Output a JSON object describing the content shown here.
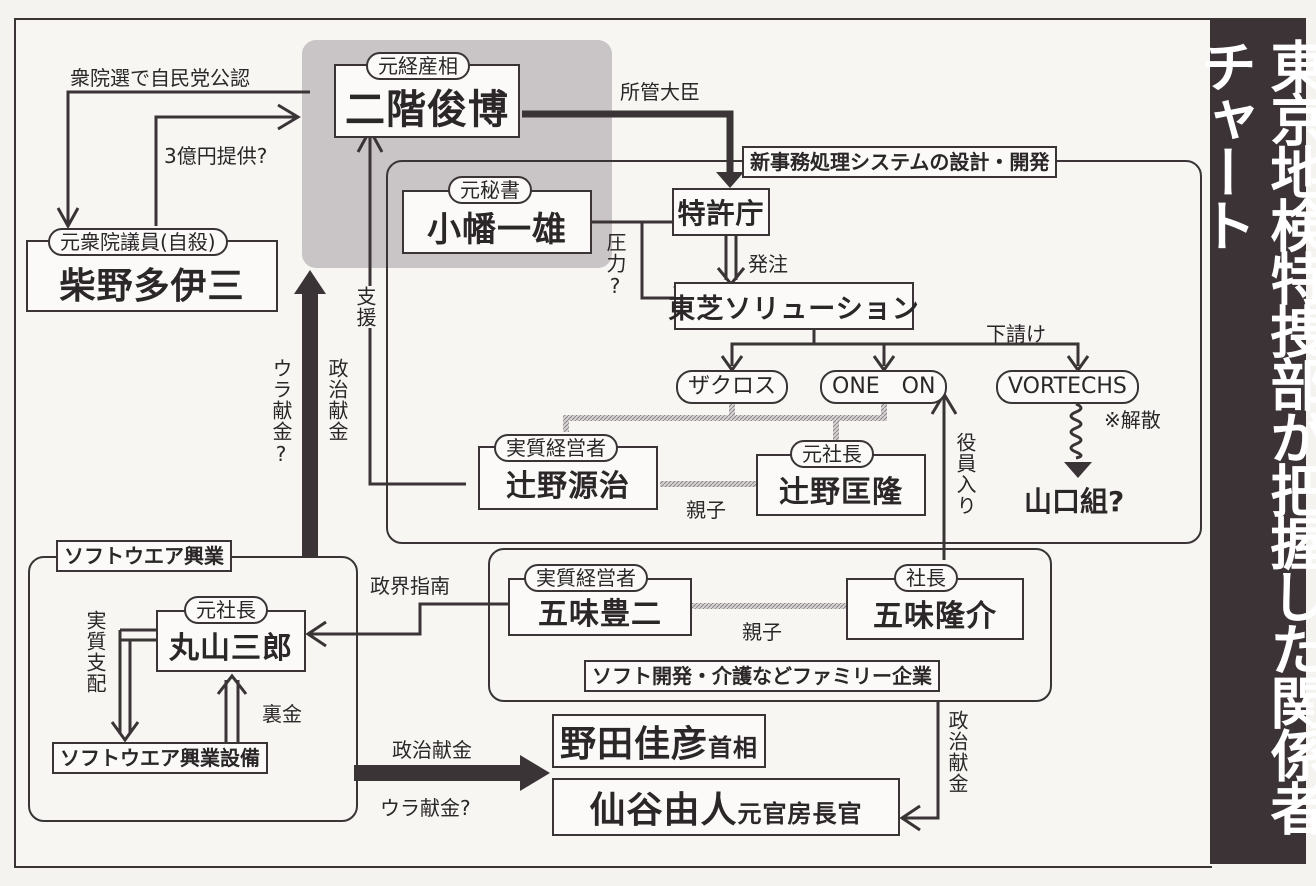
{
  "title": "東京地検特捜部が把握した関係者チャート",
  "colors": {
    "ink": "#3a3436",
    "band": "#3b3336",
    "highlight": "#c9c4c6",
    "paper": "#f7f6f3"
  },
  "people": {
    "nikai": {
      "role": "元経産相",
      "name": "二階俊博"
    },
    "kohata": {
      "role": "元秘書",
      "name": "小幡一雄"
    },
    "shibano": {
      "role": "元衆院議員(自殺)",
      "name": "柴野多伊三"
    },
    "tsujino_g": {
      "role": "実質経営者",
      "name": "辻野源治"
    },
    "tsujino_t": {
      "role": "元社長",
      "name": "辻野匡隆"
    },
    "maruyama": {
      "role": "元社長",
      "name": "丸山三郎"
    },
    "gomi_t": {
      "role": "実質経営者",
      "name": "五味豊二"
    },
    "gomi_r": {
      "role": "社長",
      "name": "五味隆介"
    },
    "noda": {
      "name": "野田佳彦",
      "title": "首相"
    },
    "sengoku": {
      "name": "仙谷由人",
      "title": "元官房長官"
    }
  },
  "orgs": {
    "tokkyo": "特許庁",
    "toshiba": "東芝ソリューション",
    "zacros": "ザクロス",
    "oneon": "ONE　ON",
    "vortechs": "VORTECHS",
    "yamaguchi": "山口組?",
    "software_kogyo": "ソフトウエア興業",
    "software_setsubi": "ソフトウエア興業設備",
    "family": "ソフト開発・介護などファミリー企業",
    "system": "新事務処理システムの設計・開発"
  },
  "edges": {
    "koninshi": "衆院選で自民党公認",
    "oku": "3億円提供?",
    "shokan": "所管大臣",
    "atsuryoku": "圧力?",
    "hatchu": "発注",
    "shitauke": "下請け",
    "kaisan": "※解散",
    "shien": "支援",
    "seiji_kenkin_1": "政治献金",
    "ura_kenkin_1": "ウラ献金?",
    "oyako_1": "親子",
    "yakuin": "役員入り",
    "seikai": "政界指南",
    "oyako_2": "親子",
    "jisshitsu": "実質支配",
    "urakin": "裏金",
    "seiji_kenkin_2": "政治献金",
    "ura_kenkin_2": "ウラ献金?",
    "seiji_kenkin_3": "政治献金"
  }
}
